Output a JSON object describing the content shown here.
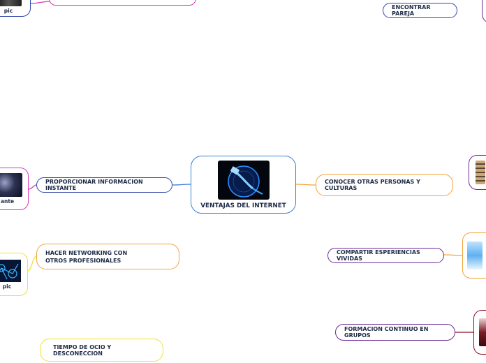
{
  "center": {
    "label": "VENTAJAS DEL INTERNET"
  },
  "left": {
    "proporcionar": "PROPORCIONAR INFORMACION INSTANTE",
    "networking": "HACER NETWORKING CON OTROS PROFESIONALES",
    "ocio": "TIEMPO DE OCIO Y DESCONECCION"
  },
  "right": {
    "pareja": "ENCONTRAR PAREJA",
    "conocer": "CONOCER OTRAS PERSONAS Y CULTURAS",
    "compartir": "COMPARTIR ESPERIENCIAS VIVIDAS",
    "formacion": "FORMACION CONTINUO EN GRUPOS"
  },
  "image_captions": {
    "top_left": "pic",
    "mid_left": "ante",
    "net_left": "pic"
  },
  "colors": {
    "blue": "#3b7fd6",
    "navy": "#2e46a8",
    "orange": "#f2a43c",
    "yellow": "#efe23a",
    "magenta": "#d93bb8",
    "purple": "#6b2b95",
    "dark_red": "#8b1028"
  }
}
